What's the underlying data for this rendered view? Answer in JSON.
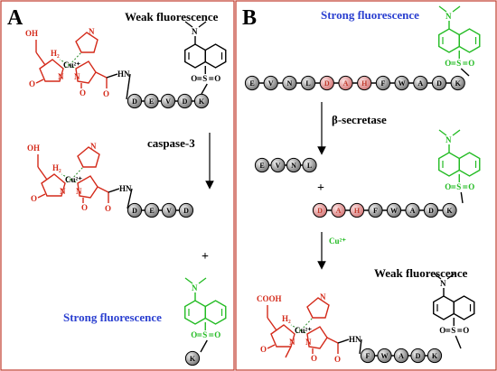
{
  "panel_a": {
    "letter": "A",
    "weak_label": "Weak fluorescence",
    "strong_label": "Strong fluorescence",
    "enzyme": "caspase-3",
    "plus": "+",
    "peptide_top": [
      "D",
      "E",
      "V",
      "D",
      "K"
    ],
    "peptide_mid": [
      "D",
      "E",
      "V",
      "D"
    ],
    "peptide_bottom": [
      "K"
    ]
  },
  "panel_b": {
    "letter": "B",
    "strong_label": "Strong fluorescence",
    "weak_label": "Weak fluorescence",
    "enzyme": "β-secretase",
    "plus": "+",
    "ion": "Cu²⁺",
    "peptide_full": [
      "E",
      "V",
      "N",
      "L",
      "D",
      "A",
      "H",
      "F",
      "W",
      "A",
      "D",
      "K"
    ],
    "peptide_left": [
      "E",
      "V",
      "N",
      "L"
    ],
    "peptide_right": [
      "D",
      "A",
      "H",
      "F",
      "W",
      "A",
      "D",
      "K"
    ],
    "peptide_final": [
      "F",
      "W",
      "A",
      "D",
      "K"
    ],
    "highlight_residues": [
      "D",
      "A",
      "H"
    ]
  },
  "atoms": {
    "oh": "OH",
    "cooh": "COOH",
    "cu": "Cu²⁺",
    "h2": "H₂",
    "n": "N",
    "hn": "HN",
    "o": "O",
    "s": "S"
  },
  "colors": {
    "red_struct": "#d42a1a",
    "green_dye": "#22bb22",
    "blue_text": "#2a3fd0",
    "bead_fill": "#9e9e9e",
    "bead_red": "#e59a9a",
    "border": "#c0392b"
  }
}
